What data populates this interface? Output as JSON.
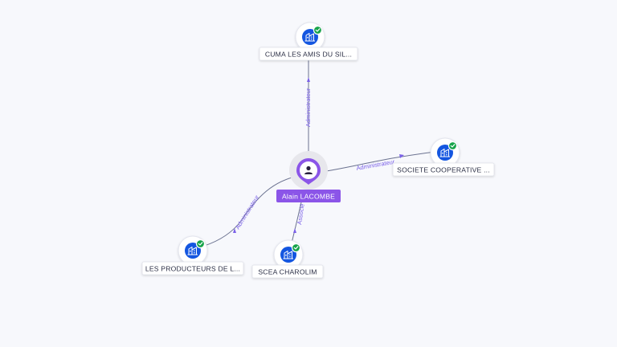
{
  "person": {
    "name": "Alain LACOMBE",
    "colors": {
      "pin": "#8b55e8",
      "label": "#8b55e8"
    }
  },
  "companies": [
    {
      "id": "cuma",
      "label": "CUMA LES AMIS DU SIL...",
      "relation": "Administrateur"
    },
    {
      "id": "societe",
      "label": "SOCIETE COOPERATIVE ...",
      "relation": "Administrateur"
    },
    {
      "id": "producteurs",
      "label": "LES PRODUCTEURS DE L...",
      "relation": "Administrateur"
    },
    {
      "id": "scea",
      "label": "SCEA CHAROLIM",
      "relation": "Associé"
    }
  ],
  "colors": {
    "company_icon": "#1456e0",
    "verified_badge": "#17a34a",
    "relation_text": "#7b61e8"
  }
}
